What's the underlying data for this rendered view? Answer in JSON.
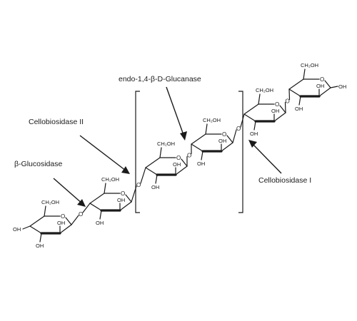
{
  "labels": {
    "beta_glucosidase": "β-Glucosidase",
    "cellobiosidase_ii": "Cellobiosidase II",
    "endo_glucanase": "endo-1,4-β-D-Glucanase",
    "cellobiosidase_i": "Cellobiosidase I"
  },
  "groups": {
    "hydroxyl": "OH",
    "ring_oxygen": "O",
    "glycosidic_oxygen": "O",
    "hydroxymethyl": "CH₂OH"
  },
  "glucose_units": [
    {
      "position": "1",
      "hydroxyls": [
        "OH",
        "OH",
        "OH"
      ],
      "substituent": "CH₂OH"
    },
    {
      "position": "2",
      "hydroxyls": [
        "OH",
        "OH"
      ],
      "substituent": "CH₂OH"
    },
    {
      "position": "3",
      "hydroxyls": [
        "OH",
        "OH"
      ],
      "substituent": "CH₂OH"
    },
    {
      "position": "4",
      "hydroxyls": [
        "OH",
        "OH"
      ],
      "substituent": "CH₂OH"
    },
    {
      "position": "5",
      "hydroxyls": [
        "OH",
        "OH"
      ],
      "substituent": "CH₂OH"
    },
    {
      "position": "6",
      "hydroxyls": [
        "OH",
        "OH",
        "OH"
      ],
      "substituent": "CH₂OH"
    }
  ],
  "colors": {
    "ink": "#1a1a1a",
    "background": "#ffffff"
  }
}
